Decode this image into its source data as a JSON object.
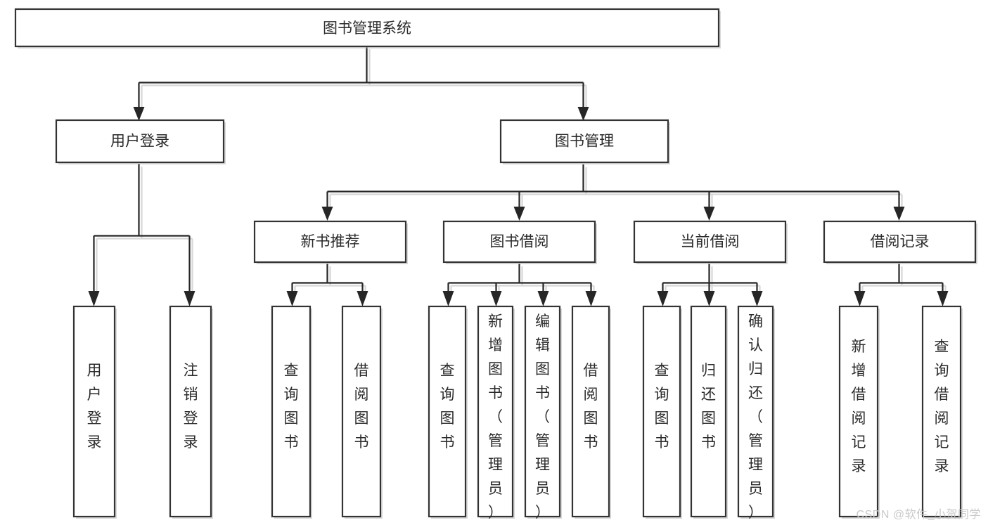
{
  "diagram": {
    "title": "图书管理系统",
    "type": "tree-hierarchy",
    "watermark": "CSDN @软件_小贺同学",
    "nodes": {
      "root": {
        "label": "图书管理系统",
        "orientation": "horizontal"
      },
      "user_login": {
        "label": "用户登录",
        "orientation": "horizontal"
      },
      "book_manage": {
        "label": "图书管理",
        "orientation": "horizontal"
      },
      "new_book_rec": {
        "label": "新书推荐",
        "orientation": "horizontal"
      },
      "book_borrow": {
        "label": "图书借阅",
        "orientation": "horizontal"
      },
      "current_borrow": {
        "label": "当前借阅",
        "orientation": "horizontal"
      },
      "borrow_record": {
        "label": "借阅记录",
        "orientation": "horizontal"
      },
      "leaf_user_login": {
        "label": "用户登录",
        "orientation": "vertical"
      },
      "leaf_logout": {
        "label": "注销登录",
        "orientation": "vertical"
      },
      "leaf_query_book_1": {
        "label": "查询图书",
        "orientation": "vertical"
      },
      "leaf_borrow_book_1": {
        "label": "借阅图书",
        "orientation": "vertical"
      },
      "leaf_query_book_2": {
        "label": "查询图书",
        "orientation": "vertical"
      },
      "leaf_add_book": {
        "label": "新增图书（管理员）",
        "orientation": "vertical"
      },
      "leaf_edit_book": {
        "label": "编辑图书（管理员）",
        "orientation": "vertical"
      },
      "leaf_borrow_book_2": {
        "label": "借阅图书",
        "orientation": "vertical"
      },
      "leaf_query_book_3": {
        "label": "查询图书",
        "orientation": "vertical"
      },
      "leaf_return_book": {
        "label": "归还图书",
        "orientation": "vertical"
      },
      "leaf_confirm_return": {
        "label": "确认归还（管理员）",
        "orientation": "vertical"
      },
      "leaf_add_record": {
        "label": "新增借阅记录",
        "orientation": "vertical"
      },
      "leaf_query_record": {
        "label": "查询借阅记录",
        "orientation": "vertical"
      }
    },
    "edges": [
      {
        "from": "root",
        "to": "user_login"
      },
      {
        "from": "root",
        "to": "book_manage"
      },
      {
        "from": "book_manage",
        "to": "new_book_rec"
      },
      {
        "from": "book_manage",
        "to": "book_borrow"
      },
      {
        "from": "book_manage",
        "to": "current_borrow"
      },
      {
        "from": "book_manage",
        "to": "borrow_record"
      },
      {
        "from": "user_login",
        "to": "leaf_user_login"
      },
      {
        "from": "user_login",
        "to": "leaf_logout"
      },
      {
        "from": "new_book_rec",
        "to": "leaf_query_book_1"
      },
      {
        "from": "new_book_rec",
        "to": "leaf_borrow_book_1"
      },
      {
        "from": "book_borrow",
        "to": "leaf_query_book_2"
      },
      {
        "from": "book_borrow",
        "to": "leaf_add_book"
      },
      {
        "from": "book_borrow",
        "to": "leaf_edit_book"
      },
      {
        "from": "book_borrow",
        "to": "leaf_borrow_book_2"
      },
      {
        "from": "current_borrow",
        "to": "leaf_query_book_3"
      },
      {
        "from": "current_borrow",
        "to": "leaf_return_book"
      },
      {
        "from": "current_borrow",
        "to": "leaf_confirm_return"
      },
      {
        "from": "borrow_record",
        "to": "leaf_add_record"
      },
      {
        "from": "borrow_record",
        "to": "leaf_query_record"
      }
    ],
    "colors": {
      "box_stroke": "#333333",
      "box_fill": "#ffffff",
      "edge": "#262626",
      "text": "#2b2b2b",
      "watermark": "#c9c9c9",
      "background": "#ffffff"
    }
  }
}
